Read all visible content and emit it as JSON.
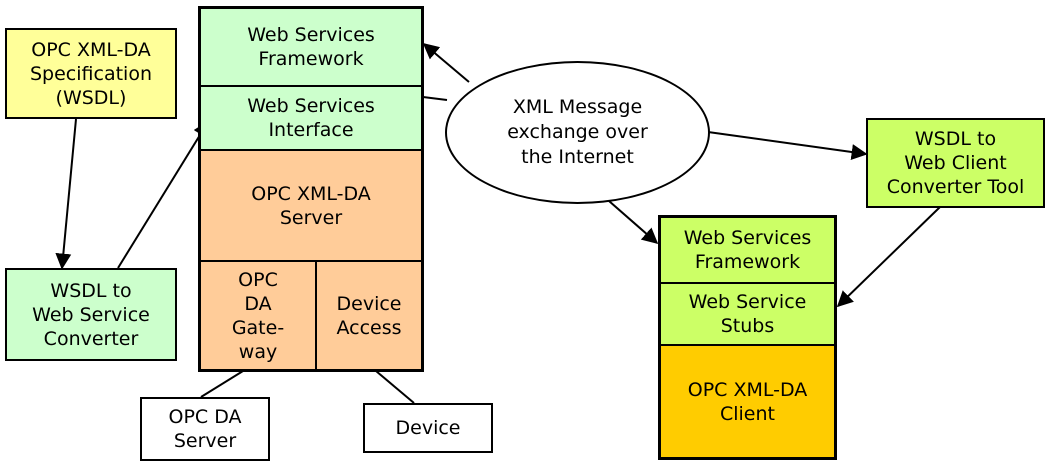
{
  "colors": {
    "spec_yellow": "#ffff99",
    "light_green": "#ccffcc",
    "orange": "#ffcc99",
    "lime": "#ccff66",
    "gold": "#ffcc00",
    "white": "#ffffff",
    "line": "#000000"
  },
  "nodes": {
    "opc_spec": "OPC XML-DA\nSpecification\n(WSDL)",
    "wsdl_server_converter": "WSDL to\nWeb Service\nConverter",
    "server_framework": "Web Services\nFramework",
    "server_interface": "Web Services\nInterface",
    "opc_server": "OPC XML-DA\nServer",
    "opc_gateway": "OPC\nDA\nGate-\nway",
    "device_access": "Device\nAccess",
    "opc_da_server": "OPC DA\nServer",
    "device": "Device",
    "xml_exchange": "XML Message\nexchange over\nthe Internet",
    "wsdl_client_tool": "WSDL to\nWeb Client\nConverter Tool",
    "client_framework": "Web Services\nFramework",
    "client_stubs": "Web Service\nStubs",
    "opc_client": "OPC XML-DA\nClient"
  },
  "arrows": [
    {
      "from": "opc_spec",
      "to": "wsdl_server_converter"
    },
    {
      "from": "wsdl_server_converter",
      "to": "server_interface"
    },
    {
      "from": "xml_exchange",
      "to": "server_framework"
    },
    {
      "from": "server_interface",
      "to": "xml_exchange",
      "arrowhead": false
    },
    {
      "from": "xml_exchange",
      "to": "wsdl_client_tool"
    },
    {
      "from": "xml_exchange",
      "to": "client_framework"
    },
    {
      "from": "wsdl_client_tool",
      "to": "client_stubs"
    },
    {
      "from": "opc_gateway",
      "to": "opc_da_server",
      "arrowhead": false
    },
    {
      "from": "device_access",
      "to": "device",
      "arrowhead": false
    }
  ]
}
